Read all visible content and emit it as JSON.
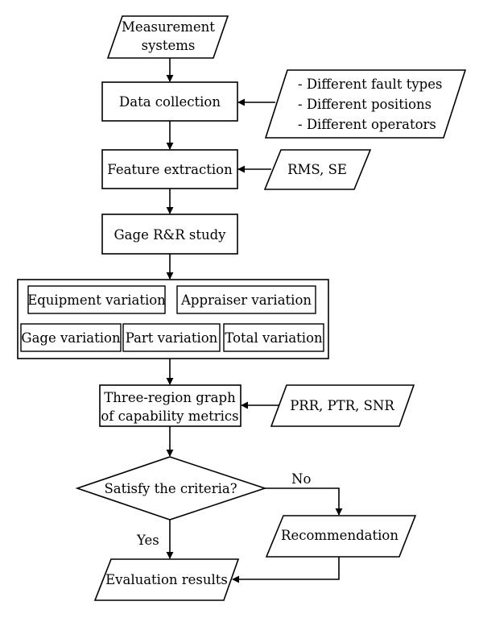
{
  "nodes": {
    "measurement_systems": {
      "lines": [
        "Measurement",
        "systems"
      ]
    },
    "data_collection": {
      "label": "Data collection"
    },
    "collection_inputs": {
      "lines": [
        "- Different fault types",
        "- Different positions",
        "- Different operators"
      ]
    },
    "feature_extraction": {
      "label": "Feature extraction"
    },
    "features": {
      "label": "RMS, SE"
    },
    "gage_rr_study": {
      "label": "Gage R&R study"
    },
    "variation_group": {
      "equipment_variation": "Equipment variation",
      "appraiser_variation": "Appraiser variation",
      "gage_variation": "Gage variation",
      "part_variation": "Part variation",
      "total_variation": "Total variation"
    },
    "three_region_graph": {
      "lines": [
        "Three-region graph",
        "of capability metrics"
      ]
    },
    "capability_metrics": {
      "label": "PRR, PTR, SNR"
    },
    "criteria_decision": {
      "label": "Satisfy the criteria?"
    },
    "recommendation": {
      "label": "Recommendation"
    },
    "evaluation_results": {
      "label": "Evaluation results"
    }
  },
  "edge_labels": {
    "no": "No",
    "yes": "Yes"
  }
}
